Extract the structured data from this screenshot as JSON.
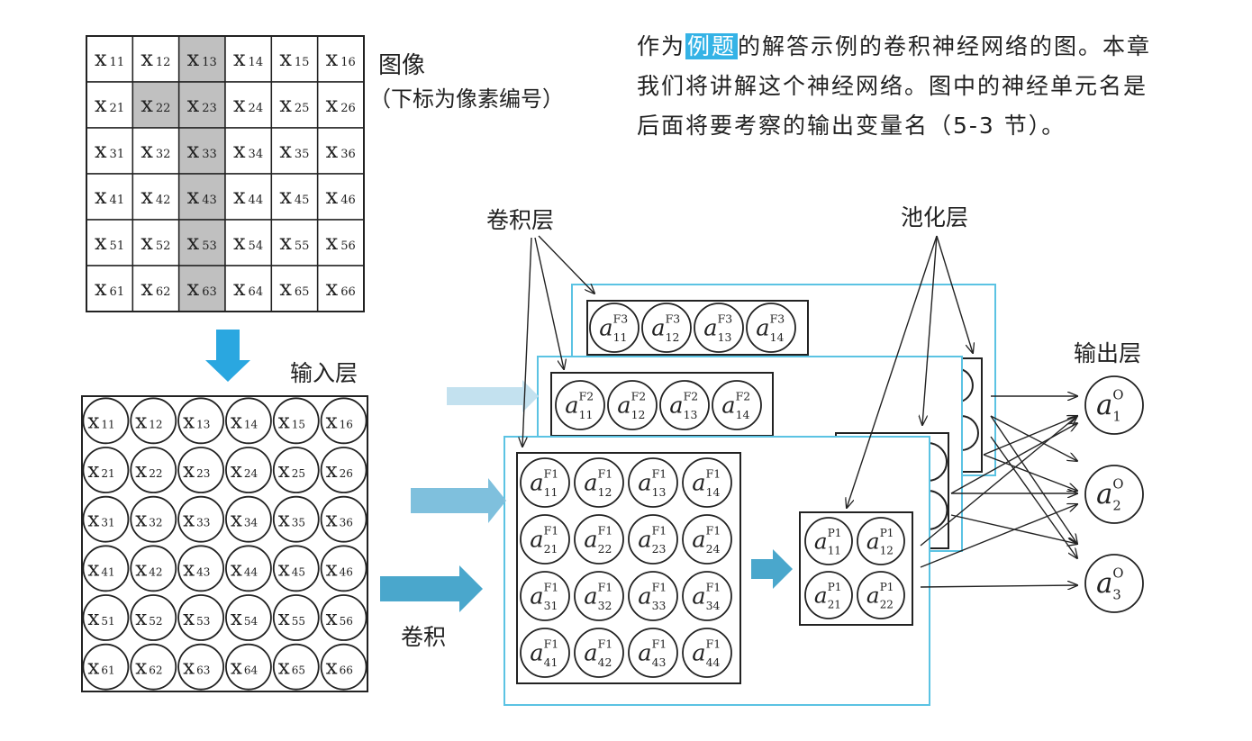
{
  "image_label": "图像",
  "image_note": "（下标为像素编号）",
  "description": {
    "before": "作为",
    "highlight": "例题",
    "after": "的解答示例的卷积神经网络的图。本章我们将讲解这个神经网络。图中的神经单元名是后面将要考察的输出变量名（5-3 节）。"
  },
  "labels": {
    "input_layer": "输入层",
    "convolution": "卷积",
    "conv_layer": "卷积层",
    "pool_layer": "池化层",
    "output_layer": "输出层"
  },
  "pixel_grid": {
    "rows": 6,
    "cols": 6,
    "symbol": "x",
    "shaded_cells": [
      "13",
      "22",
      "23",
      "33",
      "43",
      "53",
      "63"
    ]
  },
  "feature_maps": [
    {
      "tag": "F3",
      "rows": 4,
      "cols": 4
    },
    {
      "tag": "F2",
      "rows": 4,
      "cols": 4
    },
    {
      "tag": "F1",
      "rows": 4,
      "cols": 4
    }
  ],
  "pooling": {
    "tag": "P1",
    "rows": 2,
    "cols": 2
  },
  "outputs": [
    {
      "tag": "O",
      "index": "1"
    },
    {
      "tag": "O",
      "index": "2"
    },
    {
      "tag": "O",
      "index": "3"
    }
  ],
  "colors": {
    "frame_cyan": "#5bc3e3",
    "arrow_blue": "#2aa7e0",
    "arrow_dark": "#4aa7cc",
    "arrow_mid": "#7fc0dd",
    "arrow_light": "#c3e1ef",
    "shade_gray": "#c0c0c0"
  }
}
